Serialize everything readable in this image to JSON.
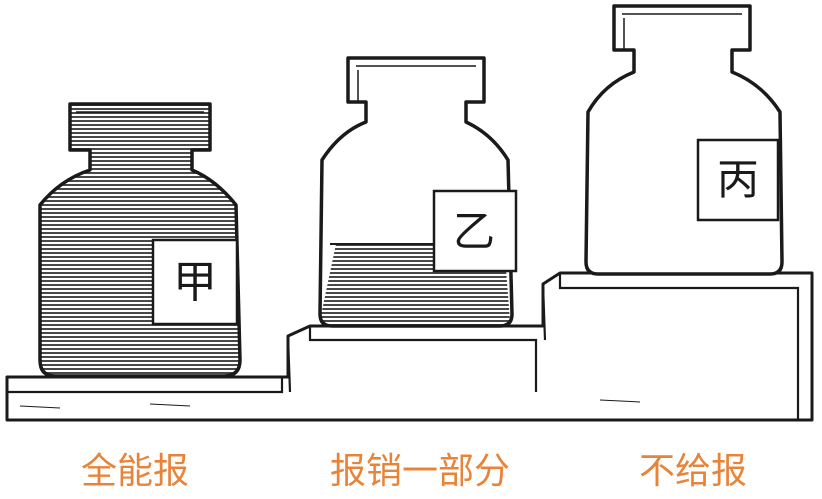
{
  "jars": [
    {
      "label": "甲",
      "fill_fraction": 1.0
    },
    {
      "label": "乙",
      "fill_fraction": 0.3
    },
    {
      "label": "丙",
      "fill_fraction": 0.0
    }
  ],
  "captions": [
    "全能报",
    "报销一部分",
    "不给报"
  ],
  "colors": {
    "caption": "#e8843a",
    "ink": "#1a1a1a",
    "paper": "#ffffff",
    "fill_lines": "#333333"
  }
}
